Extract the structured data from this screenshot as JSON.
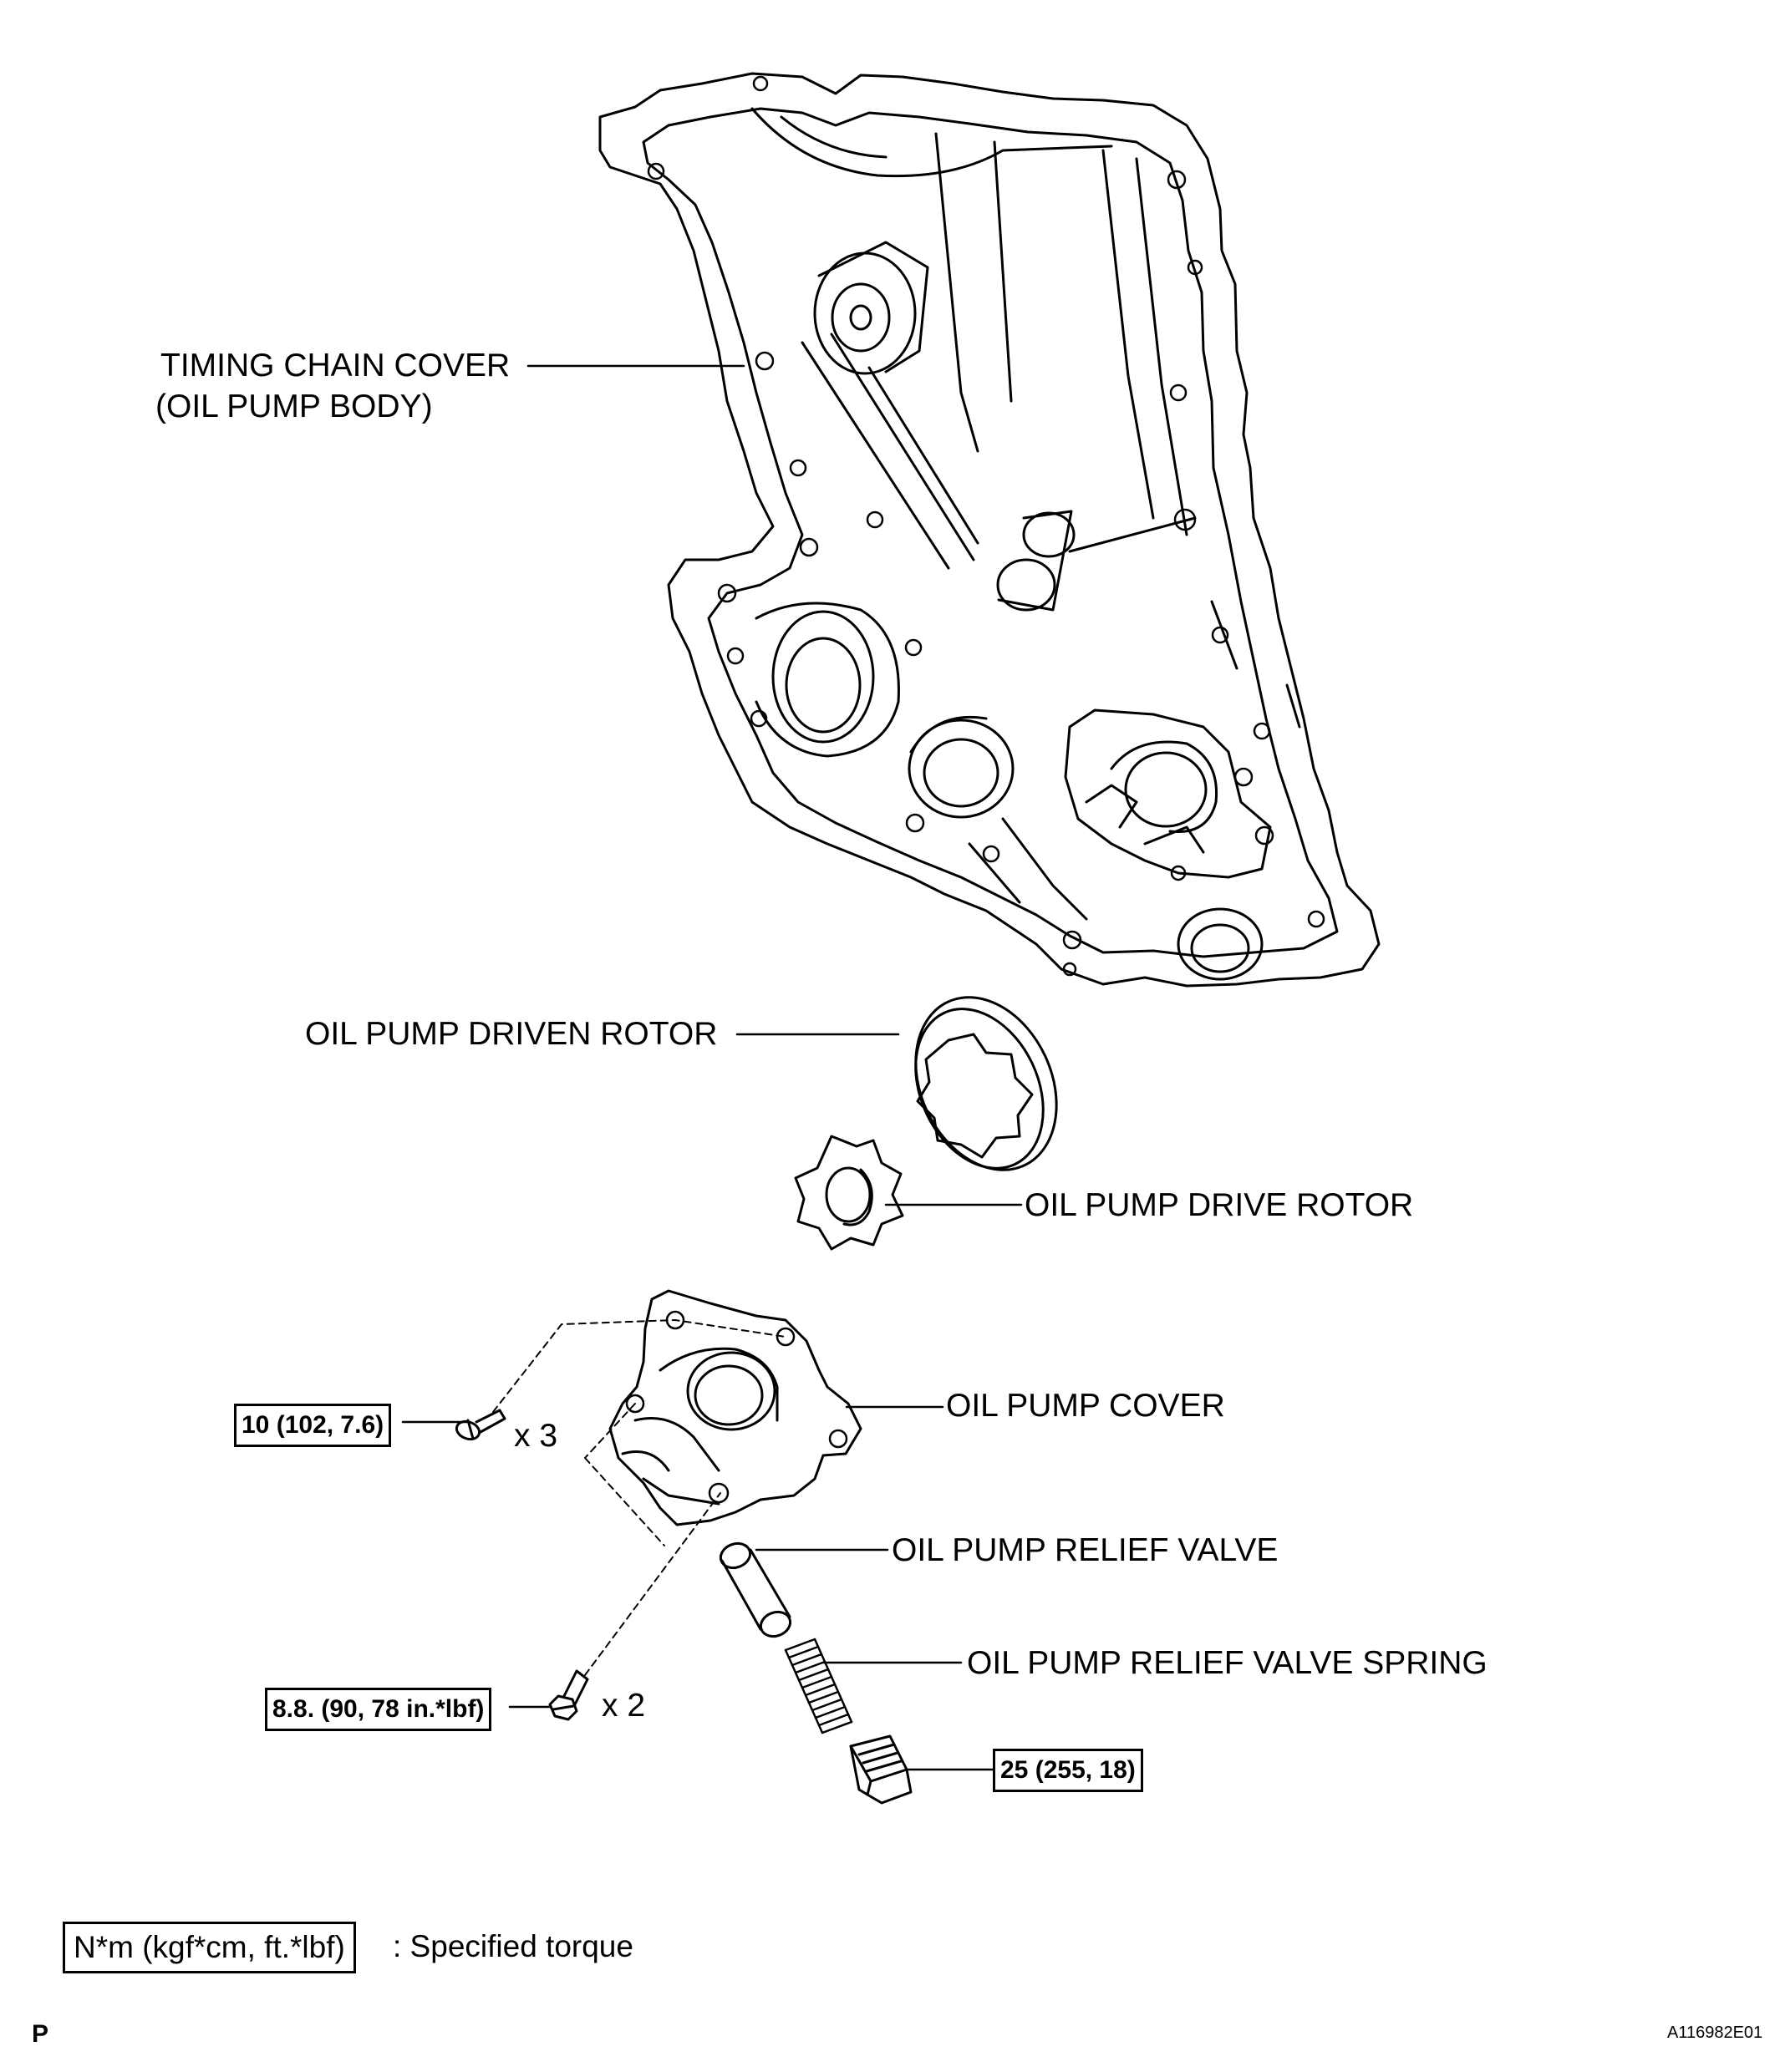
{
  "labels": {
    "timing_chain_cover": "TIMING CHAIN COVER",
    "oil_pump_body": "(OIL PUMP BODY)",
    "driven_rotor": "OIL PUMP DRIVEN ROTOR",
    "drive_rotor": "OIL PUMP DRIVE ROTOR",
    "pump_cover": "OIL PUMP COVER",
    "relief_valve": "OIL PUMP RELIEF VALVE",
    "relief_valve_spring": "OIL PUMP RELIEF VALVE SPRING"
  },
  "torque": {
    "cover_screw": "10 (102, 7.6)",
    "cover_screw_qty": "x 3",
    "cover_bolt": "8.8. (90, 78 in.*lbf)",
    "cover_bolt_qty": "x 2",
    "plug": "25 (255, 18)"
  },
  "legend": {
    "unit_box": "N*m (kgf*cm, ft.*lbf)",
    "description": ": Specified torque"
  },
  "footer": {
    "corner_mark": "P",
    "figure_code": "A116982E01"
  }
}
